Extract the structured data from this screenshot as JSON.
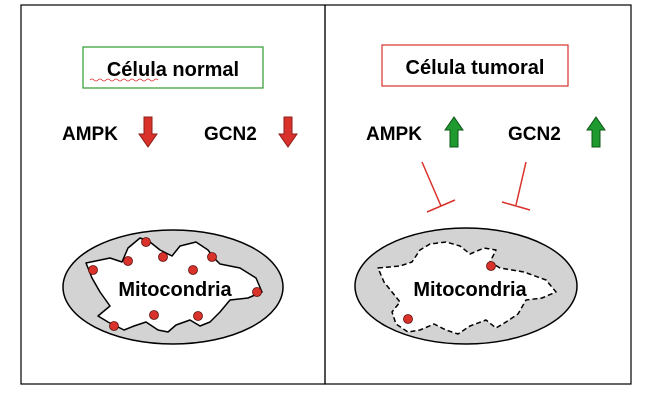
{
  "panels": [
    {
      "title": "Célula normal",
      "title_border_color": "#2e9b2e",
      "markers": [
        {
          "label": "AMPK",
          "arrow": "down",
          "arrow_color": "#d9322b"
        },
        {
          "label": "GCN2",
          "arrow": "down",
          "arrow_color": "#d9322b"
        }
      ],
      "mitochondrion_label": "Mitocondria",
      "inner_border": "solid"
    },
    {
      "title": "Célula tumoral",
      "title_border_color": "#d9322b",
      "markers": [
        {
          "label": "AMPK",
          "arrow": "up",
          "arrow_color": "#1e9a2e"
        },
        {
          "label": "GCN2",
          "arrow": "up",
          "arrow_color": "#1e9a2e"
        }
      ],
      "inhibition_color": "#d9322b",
      "mitochondrion_label": "Mitocondria",
      "inner_border": "dashed"
    }
  ],
  "colors": {
    "mitochondrion_fill": "#d3d3d3",
    "dot_color": "#d9322b"
  }
}
